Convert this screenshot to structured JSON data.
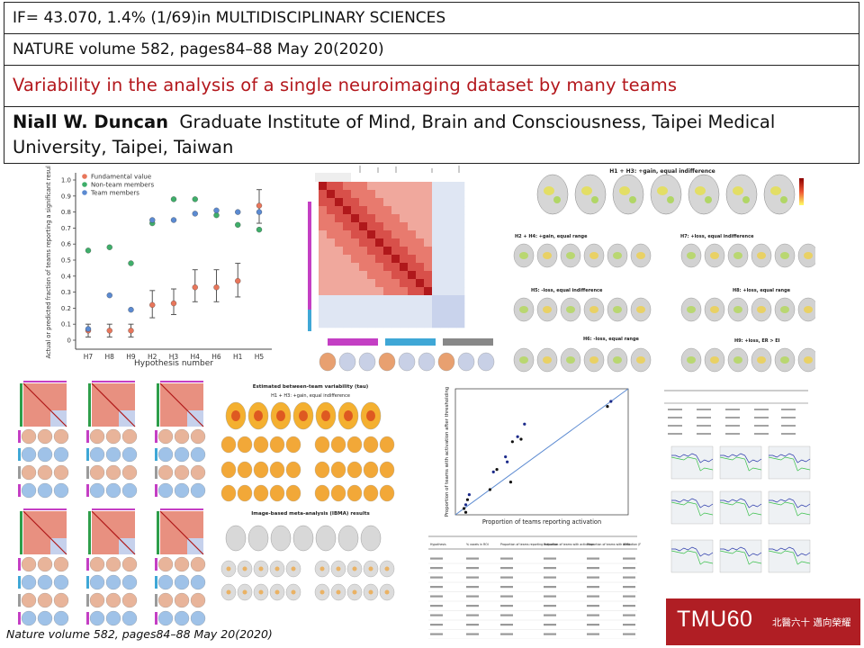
{
  "header": {
    "impact": "IF= 43.070, 1.4% (1/69)in MULTIDISCIPLINARY SCIENCES",
    "journal": "NATURE volume 582, pages84–88 May 20(2020)",
    "title": "Variability in the analysis of a single neuroimaging dataset by many teams",
    "author": "Niall W. Duncan",
    "affiliation_1": "Graduate Institute of Mind, Brain and Consciousness, Taipei Medical",
    "affiliation_2": "University, Taipei, Taiwan"
  },
  "caption": "Nature volume  582, pages84–88  May 20(2020)",
  "logo": {
    "text": "TMU60",
    "tagline": "北醫六十 邁向榮耀"
  },
  "colors": {
    "title_red": "#b3171c",
    "logo_red": "#b01e24"
  },
  "fig_main": {
    "ylabel": "Actual or predicted fraction of teams reporting a significant result",
    "xlabel": "Hypothesis number"
  },
  "brain_panel": {
    "t1": "H1 + H3: +gain, equal indifference",
    "t2": "H2 + H4: +gain, equal range",
    "t3": "H7: +loss, equal indifference",
    "t4": "H5: -loss, equal indifference",
    "t5": "H8: +loss, equal range",
    "t6": "H6: -loss, equal range",
    "t7": "H9: +loss, ER > EI"
  },
  "variability_panel": {
    "t1": "Estimated between-team variability (tau)",
    "t2": "H1 + H3: +gain, equal indifference",
    "t3": "Image-based meta-analysis (IBMA) results"
  },
  "scatter_panel": {
    "ylabel": "Proportion of teams with activation after thresholding",
    "xlabel": "Proportion of teams reporting activation"
  },
  "table_headers": [
    "Hypothesis",
    "% voxels in ROI",
    "Proportion of teams reporting activation",
    "Proportion of teams with activation",
    "Proportion of teams with activation (FDR)",
    "IBMA"
  ],
  "chart_data": {
    "type": "scatter",
    "categories": [
      "H7",
      "H8",
      "H9",
      "H2",
      "H3",
      "H4",
      "H6",
      "H1",
      "H5"
    ],
    "legend_position": "top-left",
    "series": [
      {
        "name": "Fundamental value",
        "values": [
          0.06,
          0.06,
          0.06,
          0.22,
          0.23,
          0.33,
          0.33,
          0.37,
          0.84
        ]
      },
      {
        "name": "Non-team members",
        "values": [
          0.56,
          0.58,
          0.48,
          0.73,
          0.88,
          0.88,
          0.78,
          0.72,
          0.69
        ]
      },
      {
        "name": "Team members",
        "values": [
          0.07,
          0.28,
          0.19,
          0.75,
          0.75,
          0.79,
          0.81,
          0.8,
          0.8
        ]
      }
    ],
    "error": [
      [
        0.02,
        0.1
      ],
      [
        0.02,
        0.1
      ],
      [
        0.02,
        0.1
      ],
      [
        0.14,
        0.31
      ],
      [
        0.16,
        0.32
      ],
      [
        0.24,
        0.44
      ],
      [
        0.24,
        0.44
      ],
      [
        0.27,
        0.48
      ],
      [
        0.73,
        0.94
      ]
    ],
    "ylim": [
      0,
      1
    ],
    "yticks": [
      "0",
      "0.1",
      "0.2",
      "0.3",
      "0.4",
      "0.5",
      "0.6",
      "0.7",
      "0.8",
      "0.9",
      "1.0"
    ],
    "series_colors": [
      "#e8765b",
      "#3fae6a",
      "#5b8ad1"
    ]
  }
}
